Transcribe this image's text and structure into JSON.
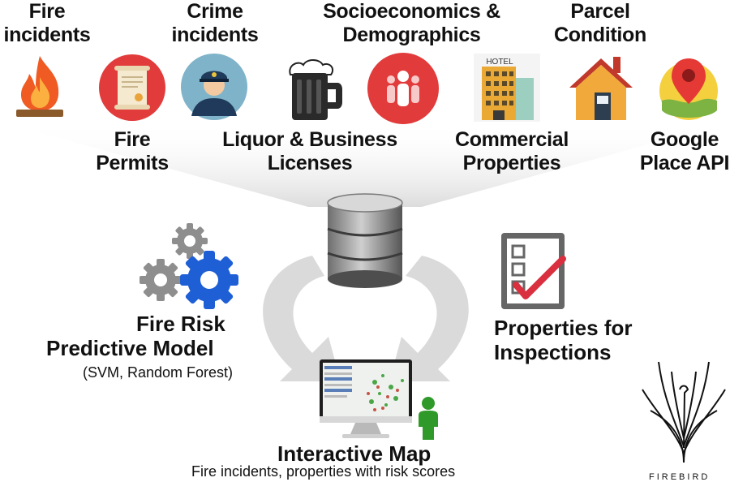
{
  "sources_top": [
    {
      "line1": "Fire",
      "line2": "incidents"
    },
    {
      "line1": "Crime",
      "line2": "incidents"
    },
    {
      "line1": "Socioeconomics &",
      "line2": "Demographics"
    },
    {
      "line1": "Parcel",
      "line2": "Condition"
    }
  ],
  "sources_bottom": [
    {
      "line1": "Fire",
      "line2": "Permits"
    },
    {
      "line1": "Liquor & Business",
      "line2": "Licenses"
    },
    {
      "line1": "Commercial",
      "line2": "Properties"
    },
    {
      "line1": "Google",
      "line2": "Place API"
    }
  ],
  "model": {
    "line1": "Fire Risk",
    "line2": "Predictive Model",
    "detail": "(SVM, Random Forest)"
  },
  "inspections": {
    "line1": "Properties for",
    "line2": "Inspections"
  },
  "map": {
    "title": "Interactive Map",
    "subtitle": "Fire incidents, properties with risk scores"
  },
  "brand": "FIREBIRD",
  "hotel_sign": "HOTEL",
  "icons": [
    "fire-icon",
    "certificate-icon",
    "police-officer-icon",
    "beer-mug-icon",
    "people-group-icon",
    "hotel-building-icon",
    "house-icon",
    "map-pin-icon",
    "database-icon",
    "gears-icon",
    "checklist-icon",
    "monitor-map-icon",
    "person-icon",
    "phoenix-logo-icon"
  ],
  "colors": {
    "beam": "#e6e6e6",
    "arrow": "#d9d9d9",
    "red": "#e23b3b",
    "blue": "#1f5fd6",
    "green": "#2f9a2a"
  }
}
